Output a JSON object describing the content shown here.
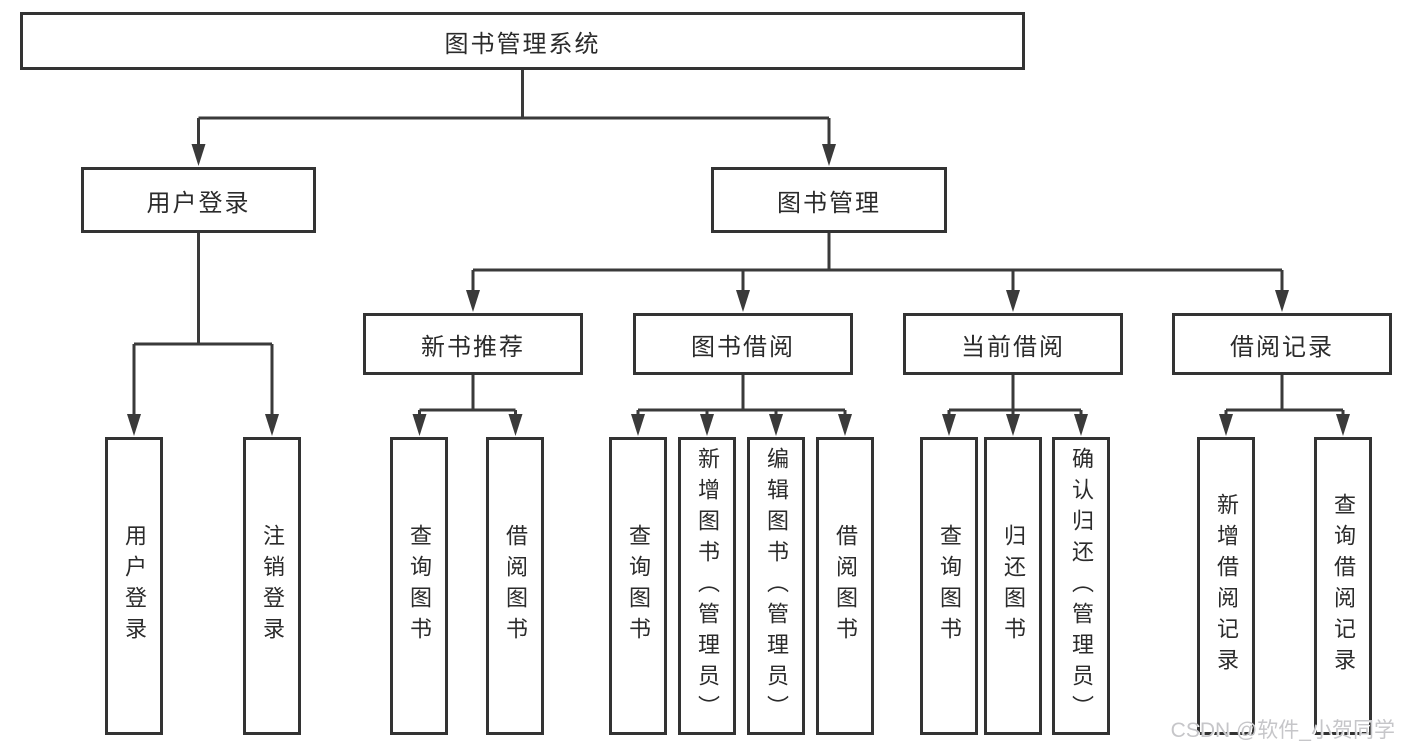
{
  "diagram": {
    "root": "图书管理系统",
    "children": [
      {
        "label": "用户登录",
        "children": [
          "用户登录",
          "注销登录"
        ]
      },
      {
        "label": "图书管理",
        "children": [
          {
            "label": "新书推荐",
            "children": [
              "查询图书",
              "借阅图书"
            ]
          },
          {
            "label": "图书借阅",
            "children": [
              "查询图书",
              "新增图书（管理员）",
              "编辑图书（管理员）",
              "借阅图书"
            ]
          },
          {
            "label": "当前借阅",
            "children": [
              "查询图书",
              "归还图书",
              "确认归还（管理员）"
            ]
          },
          {
            "label": "借阅记录",
            "children": [
              "新增借阅记录",
              "查询借阅记录"
            ]
          }
        ]
      }
    ]
  },
  "watermark": "CSDN @软件_小贺同学",
  "colors": {
    "line": "#3a3a3a",
    "box_border": "#333333",
    "box_fill": "#ffffff",
    "text": "#2b2b2b",
    "watermark": "#c6c6c9",
    "background": "#ffffff"
  }
}
